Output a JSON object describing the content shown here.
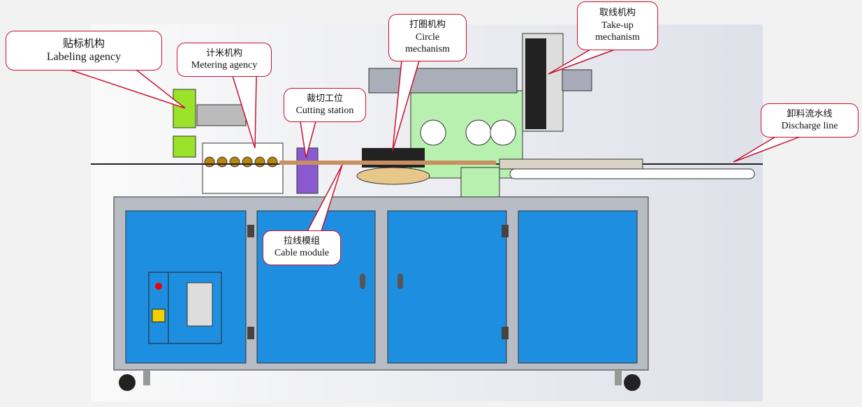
{
  "title": "Cable coiling machine mechanism diagram",
  "callouts": {
    "labeling": {
      "cn": "贴标机构",
      "en": "Labeling agency"
    },
    "metering": {
      "cn": "计米机构",
      "en": "Metering agency"
    },
    "cutting": {
      "cn": "裁切工位",
      "en": "Cutting station"
    },
    "circle": {
      "cn": "打圈机构",
      "en1": "Circle",
      "en2": "mechanism"
    },
    "takeup": {
      "cn": "取线机构",
      "en1": "Take-up",
      "en2": "mechanism"
    },
    "discharge": {
      "cn": "卸料流水线",
      "en": "Discharge line"
    },
    "cable": {
      "cn": "拉线模组",
      "en": "Cable module"
    }
  },
  "colors": {
    "callout_border": "#c8102e",
    "panel_blue": "#1e8fe0",
    "frame_gray": "#b8bcc4",
    "mech_green": "#b8f0b0",
    "roll_green": "#9be22a"
  }
}
